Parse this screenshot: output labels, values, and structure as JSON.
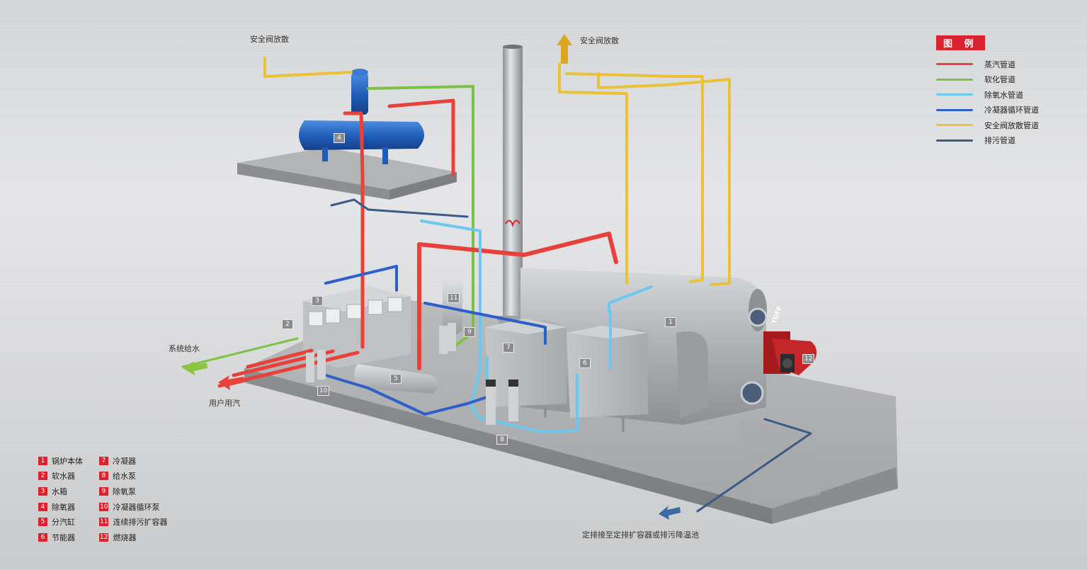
{
  "legend": {
    "title": "图 例",
    "items": [
      {
        "label": "蒸汽管道",
        "color": "#e8403a"
      },
      {
        "label": "软化管道",
        "color": "#7cc242"
      },
      {
        "label": "除氧水管道",
        "color": "#6cc8ee"
      },
      {
        "label": "冷凝器循环管道",
        "color": "#2f5fc9"
      },
      {
        "label": "安全阀放散管道",
        "color": "#e9c23a"
      },
      {
        "label": "排污管道",
        "color": "#3b5a86"
      }
    ]
  },
  "labels": {
    "safety_vent_left": "安全阀放散",
    "safety_vent_right": "安全阀放散",
    "system_feed_water": "系统给水",
    "user_steam": "用户用汽",
    "blowdown_destination": "定排接至定排扩容器或排污降温池",
    "brand": "TUFF"
  },
  "components": [
    {
      "num": "1",
      "name": "锅炉本体"
    },
    {
      "num": "7",
      "name": "冷凝器"
    },
    {
      "num": "2",
      "name": "软水器"
    },
    {
      "num": "8",
      "name": "给水泵"
    },
    {
      "num": "3",
      "name": "水箱"
    },
    {
      "num": "9",
      "name": "除氧泵"
    },
    {
      "num": "4",
      "name": "除氧器"
    },
    {
      "num": "10",
      "name": "冷凝器循环泵"
    },
    {
      "num": "5",
      "name": "分汽缸"
    },
    {
      "num": "11",
      "name": "连续排污扩容器"
    },
    {
      "num": "6",
      "name": "节能器"
    },
    {
      "num": "12",
      "name": "燃烧器"
    }
  ],
  "tags": {
    "t1": "1",
    "t2": "2",
    "t3": "3",
    "t4": "4",
    "t5": "5",
    "t6": "6",
    "t7": "7",
    "t8": "8",
    "t9": "9",
    "t10": "10",
    "t11": "11",
    "t12": "12"
  }
}
